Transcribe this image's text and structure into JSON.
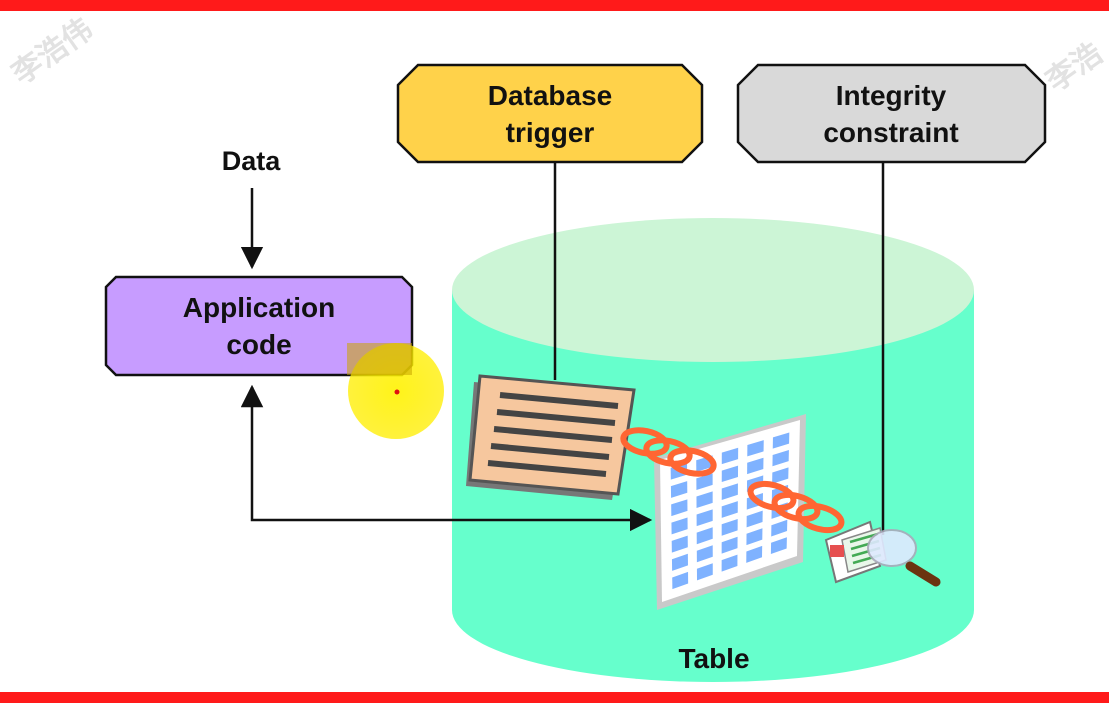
{
  "diagram": {
    "data_label": "Data",
    "application_code": [
      "Application",
      "code"
    ],
    "database_trigger": [
      "Database",
      "trigger"
    ],
    "integrity_constraint": [
      "Integrity",
      "constraint"
    ],
    "table_label": "Table"
  },
  "watermarks": [
    "李浩伟",
    "李浩"
  ],
  "colors": {
    "top_bar": "#ff1a1a",
    "bottom_bar": "#ff1a1a",
    "application_box": "#c79cff",
    "trigger_box": "#ffd24a",
    "constraint_box": "#d9d9d9",
    "cylinder_top": "#ccf5d6",
    "cylinder_body": "#66ffcc",
    "pointer_highlight": "#ffee00"
  },
  "icons": [
    "trigger-document-icon",
    "table-grid-icon",
    "chain-link-icon",
    "constraint-card-icon",
    "magnifier-icon",
    "mouse-pointer-highlight"
  ]
}
